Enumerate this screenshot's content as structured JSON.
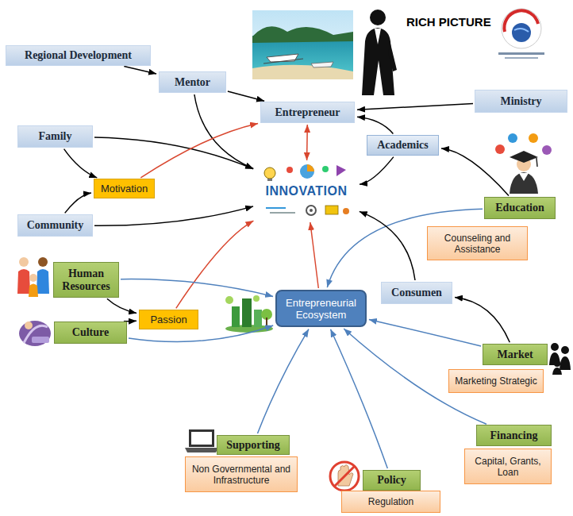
{
  "diagram": {
    "title": "RICH PICTURE",
    "nodes": [
      {
        "text": [
          "Regional Development"
        ]
      },
      {
        "text": [
          "Mentor"
        ]
      },
      {
        "text": [
          "Entrepreneur"
        ]
      },
      {
        "text": [
          "Ministry"
        ]
      },
      {
        "text": [
          "Family"
        ]
      },
      {
        "text": [
          "Academics"
        ]
      },
      {
        "text": [
          "Motivation"
        ]
      },
      {
        "text": [
          "INNOVATION"
        ]
      },
      {
        "text": [
          "Education"
        ]
      },
      {
        "text": [
          "Community"
        ]
      },
      {
        "text": [
          "Counseling and Assistance"
        ]
      },
      {
        "text": [
          "Human Resources"
        ]
      },
      {
        "text": [
          "Consumen"
        ]
      },
      {
        "text": [
          "Entrepreneurial Ecosystem"
        ]
      },
      {
        "text": [
          "Passion"
        ]
      },
      {
        "text": [
          "Culture"
        ]
      },
      {
        "text": [
          "Market"
        ]
      },
      {
        "text": [
          "Marketing Strategic"
        ]
      },
      {
        "text": [
          "Financing"
        ]
      },
      {
        "text": [
          "Supporting"
        ]
      },
      {
        "text": [
          "Capital, Grants, Loan"
        ]
      },
      {
        "text": [
          "Non Governmental and Infrastructure"
        ]
      },
      {
        "text": [
          "Policy"
        ]
      },
      {
        "text": [
          "Regulation"
        ]
      }
    ],
    "edges": [
      {
        "from": 0,
        "to": 1,
        "arrow": "to"
      },
      {
        "from": 1,
        "to": 2,
        "arrow": "to"
      },
      {
        "from": 1,
        "to": 7,
        "arrow": "to"
      },
      {
        "from": 3,
        "to": 2,
        "arrow": "to"
      },
      {
        "from": 5,
        "to": 2,
        "arrow": "to"
      },
      {
        "from": 5,
        "to": 7,
        "arrow": "to"
      },
      {
        "from": 8,
        "to": 5,
        "arrow": "to"
      },
      {
        "from": 8,
        "to": 13,
        "arrow": "to"
      },
      {
        "from": 4,
        "to": 6,
        "arrow": "to"
      },
      {
        "from": 4,
        "to": 7,
        "arrow": "to"
      },
      {
        "from": 9,
        "to": 6,
        "arrow": "to"
      },
      {
        "from": 9,
        "to": 7,
        "arrow": "to"
      },
      {
        "from": 6,
        "to": 2,
        "arrow": "to"
      },
      {
        "from": 2,
        "to": 7,
        "arrow": "both"
      },
      {
        "from": 13,
        "to": 7,
        "arrow": "to"
      },
      {
        "from": 14,
        "to": 7,
        "arrow": "to"
      },
      {
        "from": 11,
        "to": 14,
        "arrow": "to"
      },
      {
        "from": 15,
        "to": 14,
        "arrow": "to"
      },
      {
        "from": 11,
        "to": 13,
        "arrow": "to"
      },
      {
        "from": 15,
        "to": 13,
        "arrow": "to"
      },
      {
        "from": 12,
        "to": 7,
        "arrow": "to"
      },
      {
        "from": 16,
        "to": 12,
        "arrow": "to"
      },
      {
        "from": 16,
        "to": 13,
        "arrow": "to"
      },
      {
        "from": 18,
        "to": 13,
        "arrow": "to"
      },
      {
        "from": 22,
        "to": 13,
        "arrow": "to"
      },
      {
        "from": 19,
        "to": 13,
        "arrow": "to"
      }
    ]
  }
}
